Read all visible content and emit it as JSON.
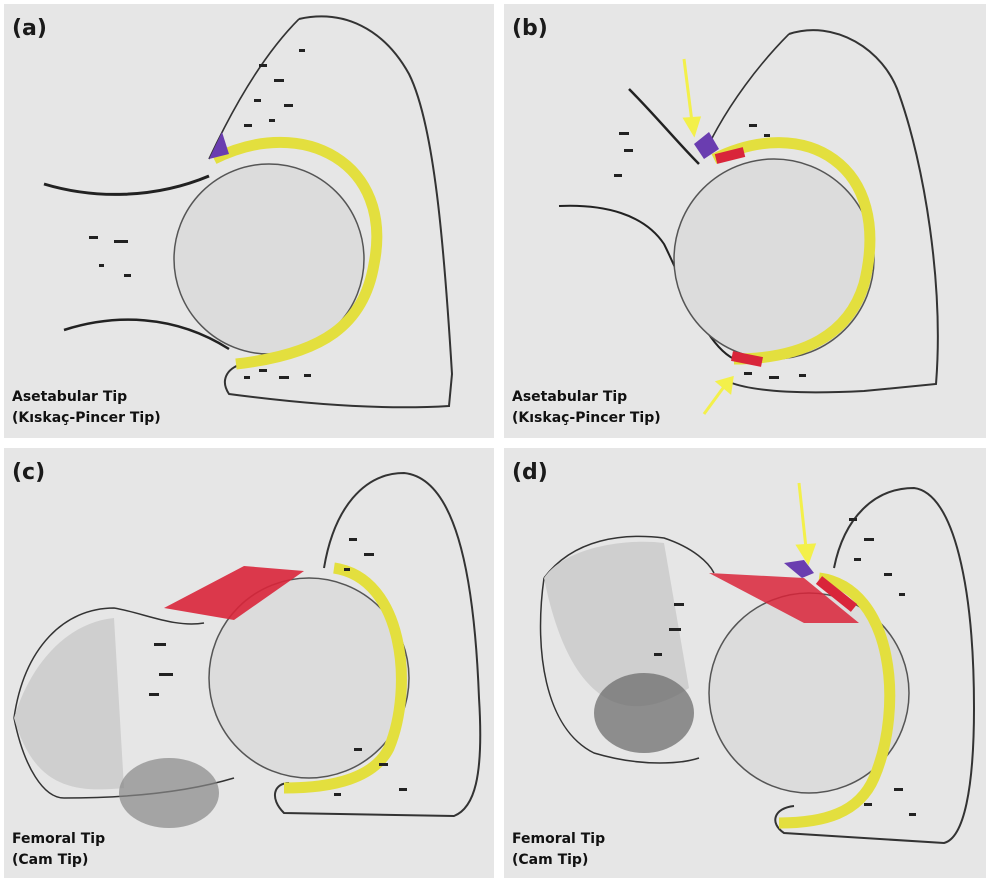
{
  "panels": [
    {
      "label": "(a)",
      "caption_line1": "Asetabular Tip",
      "caption_line2": "(Kıskaç-Pincer Tip)"
    },
    {
      "label": "(b)",
      "caption_line1": "Asetabular Tip",
      "caption_line2": "(Kıskaç-Pincer Tip)"
    },
    {
      "label": "(c)",
      "caption_line1": "Femoral Tip",
      "caption_line2": "(Cam Tip)"
    },
    {
      "label": "(d)",
      "caption_line1": "Femoral Tip",
      "caption_line2": "(Cam Tip)"
    }
  ],
  "colors": {
    "cartilage": "#e3df3e",
    "lesion_red": "#d9253a",
    "lesion_purple": "#6a3db0",
    "arrow": "#f3f04a",
    "pencil": "#2b2b2b"
  }
}
